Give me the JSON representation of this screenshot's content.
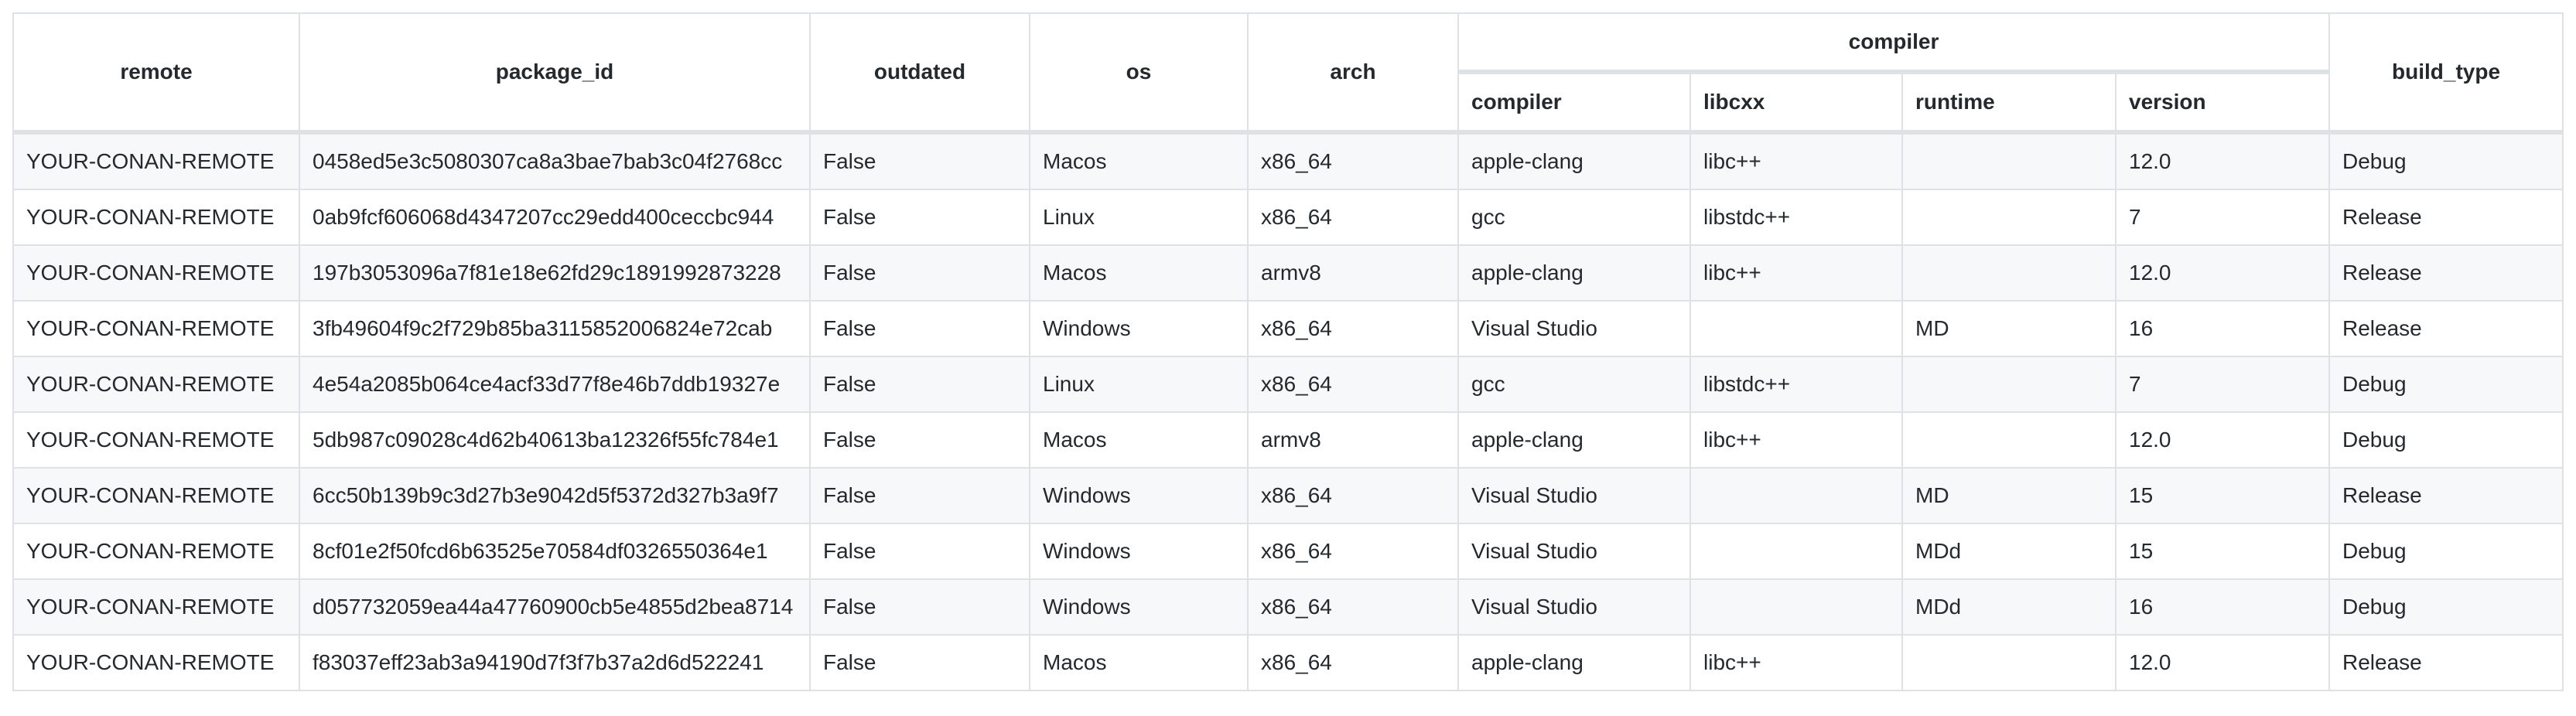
{
  "table": {
    "group_header": "compiler",
    "headers": {
      "remote": "remote",
      "package_id": "package_id",
      "outdated": "outdated",
      "os": "os",
      "arch": "arch",
      "compiler": "compiler",
      "libcxx": "libcxx",
      "runtime": "runtime",
      "version": "version",
      "build_type": "build_type"
    },
    "rows": [
      [
        "YOUR-CONAN-REMOTE",
        "0458ed5e3c5080307ca8a3bae7bab3c04f2768cc",
        "False",
        "Macos",
        "x86_64",
        "apple-clang",
        "libc++",
        "",
        "12.0",
        "Debug"
      ],
      [
        "YOUR-CONAN-REMOTE",
        "0ab9fcf606068d4347207cc29edd400ceccbc944",
        "False",
        "Linux",
        "x86_64",
        "gcc",
        "libstdc++",
        "",
        "7",
        "Release"
      ],
      [
        "YOUR-CONAN-REMOTE",
        "197b3053096a7f81e18e62fd29c1891992873228",
        "False",
        "Macos",
        "armv8",
        "apple-clang",
        "libc++",
        "",
        "12.0",
        "Release"
      ],
      [
        "YOUR-CONAN-REMOTE",
        "3fb49604f9c2f729b85ba3115852006824e72cab",
        "False",
        "Windows",
        "x86_64",
        "Visual Studio",
        "",
        "MD",
        "16",
        "Release"
      ],
      [
        "YOUR-CONAN-REMOTE",
        "4e54a2085b064ce4acf33d77f8e46b7ddb19327e",
        "False",
        "Linux",
        "x86_64",
        "gcc",
        "libstdc++",
        "",
        "7",
        "Debug"
      ],
      [
        "YOUR-CONAN-REMOTE",
        "5db987c09028c4d62b40613ba12326f55fc784e1",
        "False",
        "Macos",
        "armv8",
        "apple-clang",
        "libc++",
        "",
        "12.0",
        "Debug"
      ],
      [
        "YOUR-CONAN-REMOTE",
        "6cc50b139b9c3d27b3e9042d5f5372d327b3a9f7",
        "False",
        "Windows",
        "x86_64",
        "Visual Studio",
        "",
        "MD",
        "15",
        "Release"
      ],
      [
        "YOUR-CONAN-REMOTE",
        "8cf01e2f50fcd6b63525e70584df0326550364e1",
        "False",
        "Windows",
        "x86_64",
        "Visual Studio",
        "",
        "MDd",
        "15",
        "Debug"
      ],
      [
        "YOUR-CONAN-REMOTE",
        "d057732059ea44a47760900cb5e4855d2bea8714",
        "False",
        "Windows",
        "x86_64",
        "Visual Studio",
        "",
        "MDd",
        "16",
        "Debug"
      ],
      [
        "YOUR-CONAN-REMOTE",
        "f83037eff23ab3a94190d7f3f7b37a2d6d522241",
        "False",
        "Macos",
        "x86_64",
        "apple-clang",
        "libc++",
        "",
        "12.0",
        "Release"
      ]
    ]
  }
}
